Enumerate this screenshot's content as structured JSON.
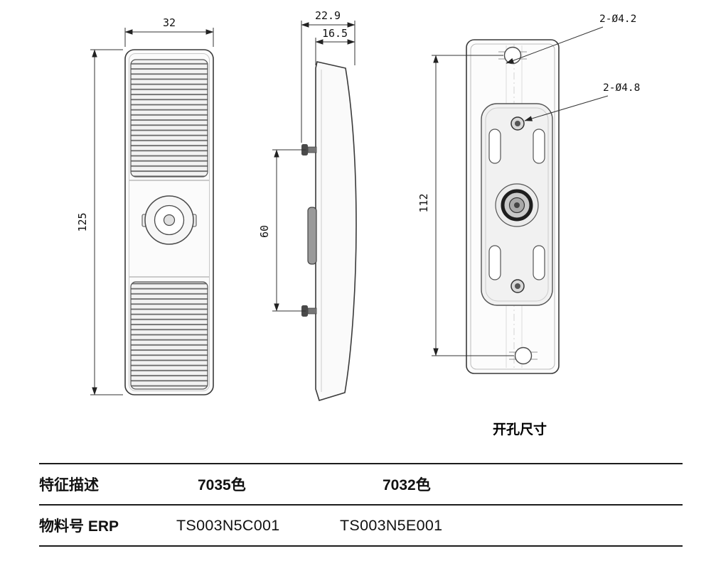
{
  "colors": {
    "line": "#2a2a2a",
    "text": "#111111",
    "background": "#ffffff"
  },
  "drawing": {
    "front_view": {
      "width_dim": "32",
      "height_dim": "125"
    },
    "side_view": {
      "total_depth_dim": "22.9",
      "body_depth_dim": "16.5",
      "stud_spacing_dim": "60"
    },
    "back_view": {
      "hole_spacing_dim": "112",
      "outer_holes_dim": "2-Ø4.2",
      "inner_holes_dim": "2-Ø4.8",
      "caption": "开孔尺寸"
    }
  },
  "spec_table": {
    "header_row": {
      "label": "特征描述",
      "col1": "7035色",
      "col2": "7032色"
    },
    "erp_row": {
      "label": "物料号 ERP",
      "col1": "TS003N5C001",
      "col2": "TS003N5E001"
    }
  }
}
